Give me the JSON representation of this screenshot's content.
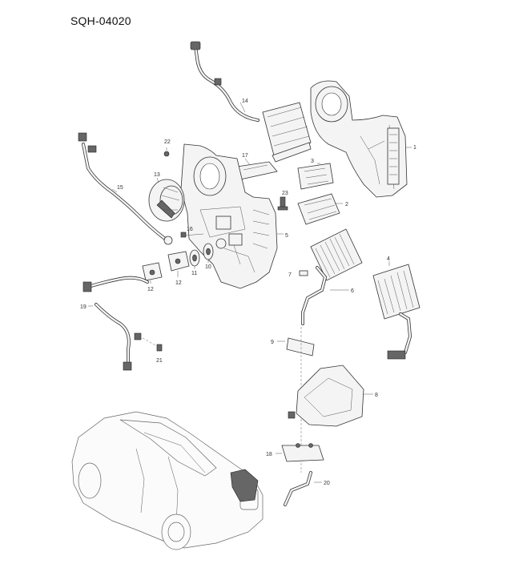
{
  "diagram": {
    "code": "SQH-04020",
    "callouts": {
      "p1": "1",
      "p2": "2",
      "p3": "3",
      "p4": "4",
      "p5": "5",
      "p6": "6",
      "p7": "7",
      "p8": "8",
      "p9": "9",
      "p10": "10",
      "p11": "11",
      "p12a": "12",
      "p12b": "12",
      "p13": "13",
      "p14": "14",
      "p15": "15",
      "p16": "16",
      "p17": "17",
      "p18": "18",
      "p19": "19",
      "p20": "20",
      "p21": "21",
      "p22": "22",
      "p23": "23"
    }
  }
}
